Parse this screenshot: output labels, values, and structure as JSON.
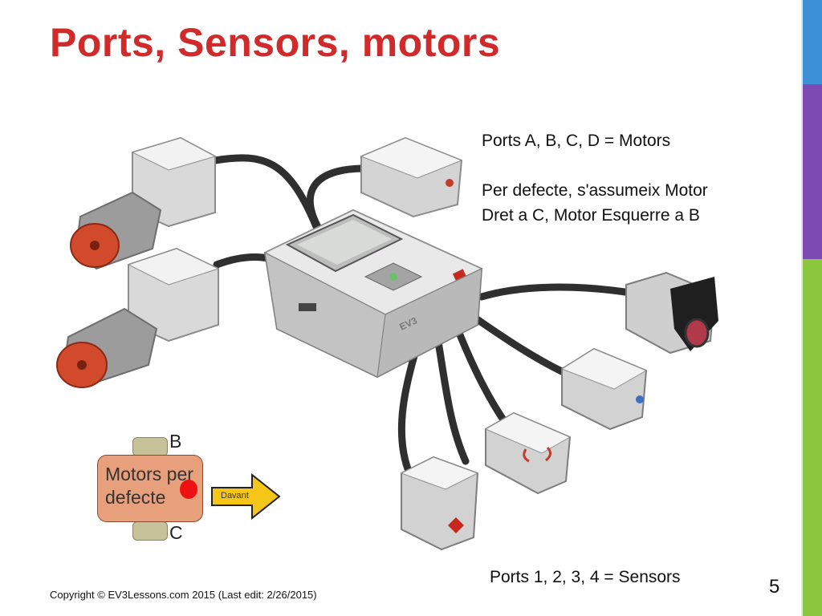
{
  "slide": {
    "title": "Ports, Sensors, motors",
    "info_line1": "Ports A, B, C, D = Motors",
    "info_line2": "Per defecte, s'assumeix Motor",
    "info_line3": "Dret a C, Motor Esquerre a B",
    "sensors_text": "Ports 1, 2, 3, 4 = Sensors",
    "page_number": "5",
    "copyright": "Copyright © EV3Lessons.com 2015 (Last edit: 2/26/2015)"
  },
  "diagram": {
    "robot_label": "Motors per defecte",
    "wheel_top_label": "B",
    "wheel_bottom_label": "C",
    "arrow_label": "Davant"
  },
  "image": {
    "brick_label": "EV3"
  },
  "colors": {
    "title": "#d02a2a",
    "bar_blue": "#3a8fd6",
    "bar_purple": "#7b4bb3",
    "bar_green": "#8cc63f"
  }
}
